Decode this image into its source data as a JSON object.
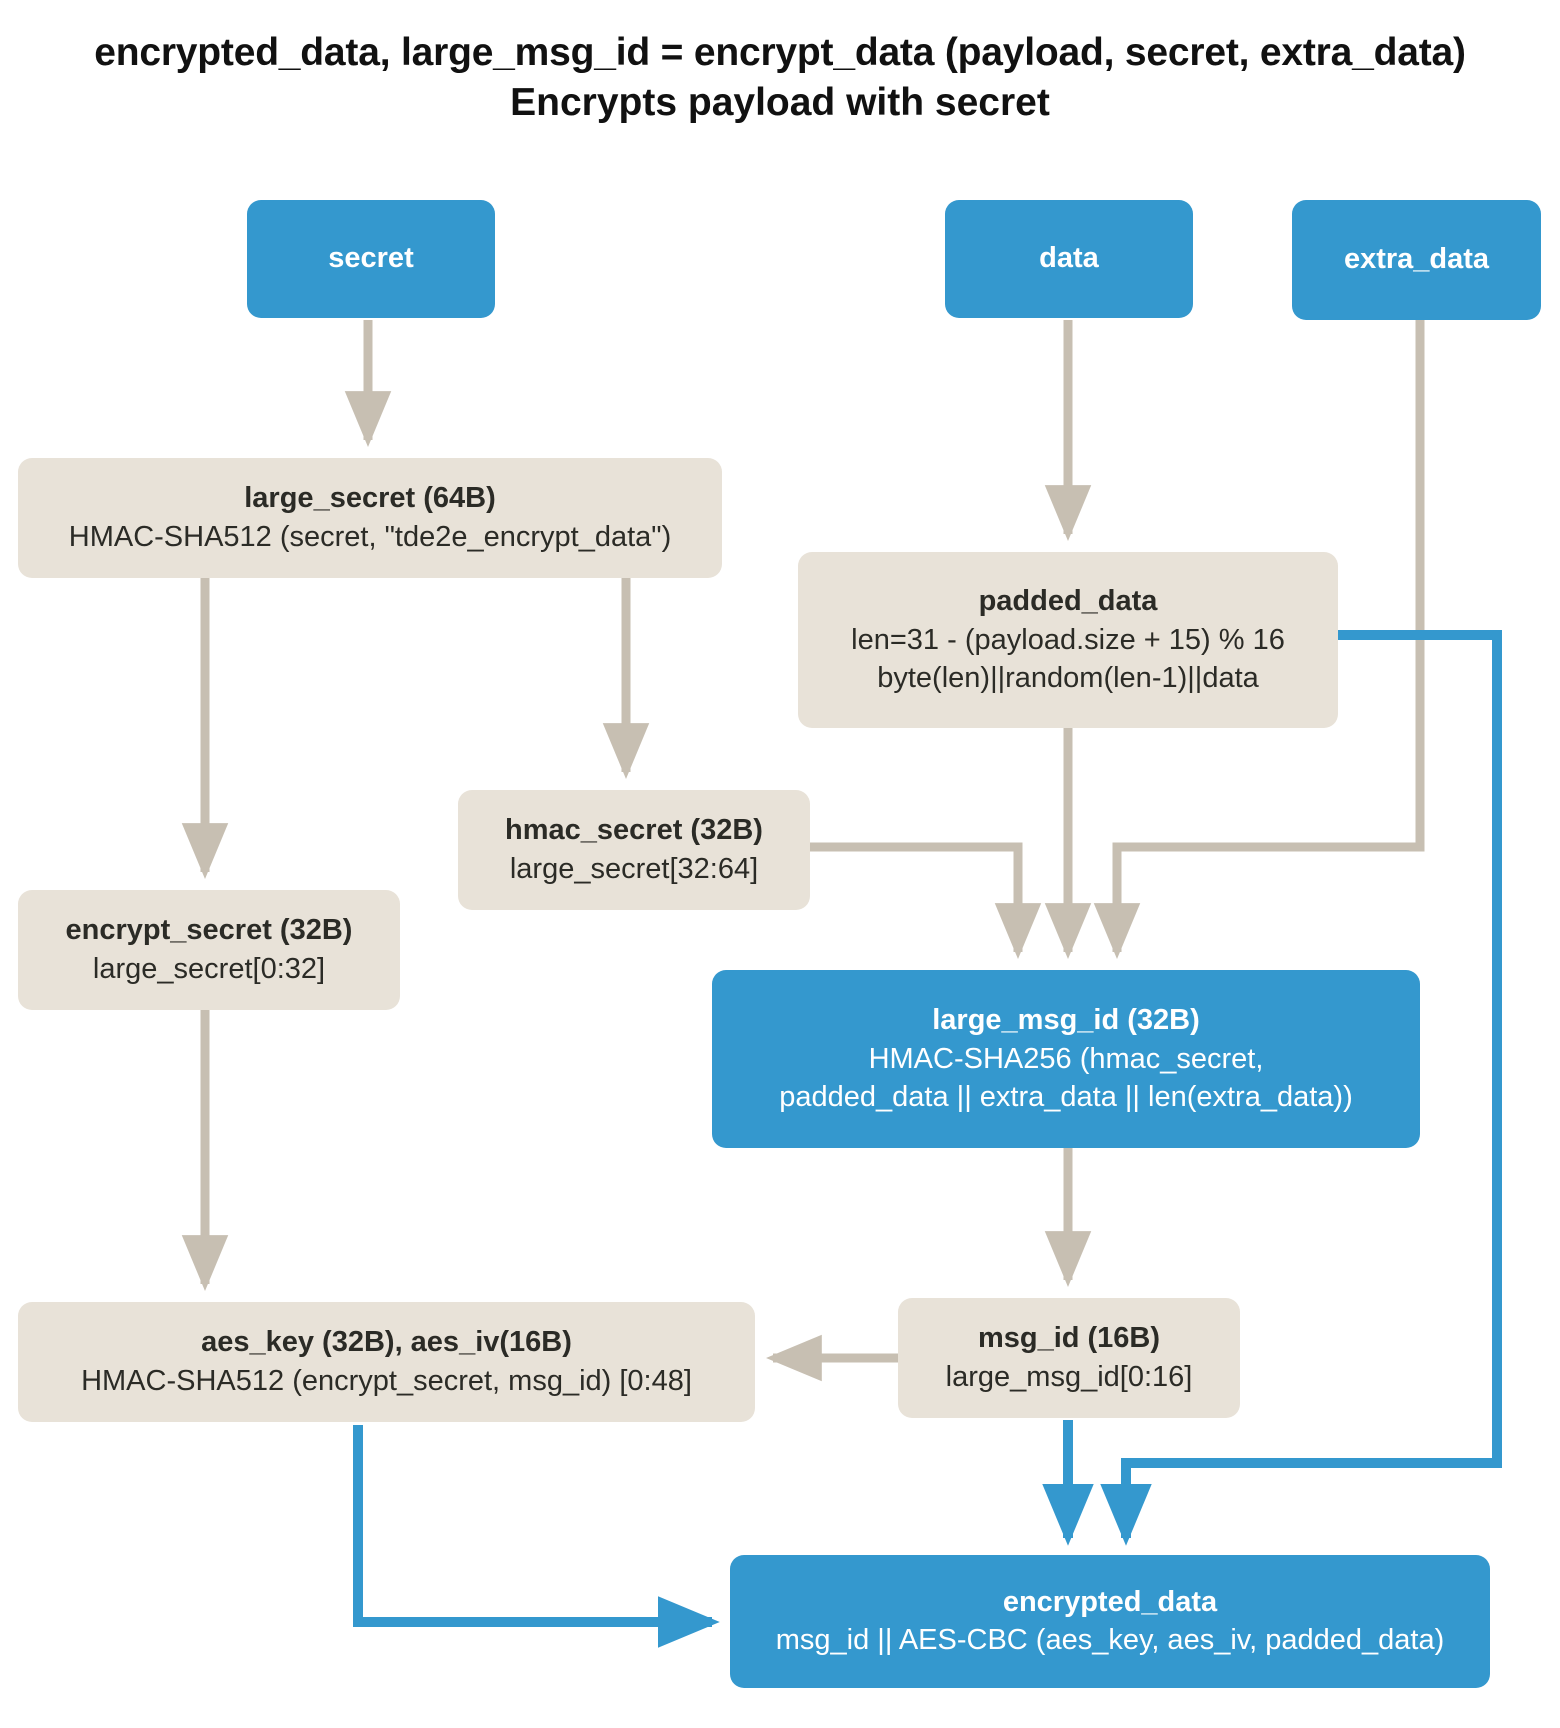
{
  "title": {
    "line1": "encrypted_data, large_msg_id = encrypt_data (payload, secret, extra_data)",
    "line2": "Encrypts payload with secret"
  },
  "colors": {
    "blue": "#3498ce",
    "beige": "#e8e2d8",
    "grey_edge": "#c7bfb2",
    "blue_edge": "#3498ce",
    "background": "#ffffff",
    "text_dark": "#2b2b26",
    "text_light": "#ffffff"
  },
  "nodes": {
    "secret": {
      "title": "secret",
      "sub": "",
      "style": "blue"
    },
    "data": {
      "title": "data",
      "sub": "",
      "style": "blue"
    },
    "extra_data": {
      "title": "extra_data",
      "sub": "",
      "style": "blue"
    },
    "large_secret": {
      "title": "large_secret (64B)",
      "sub": "HMAC-SHA512 (secret, \"tde2e_encrypt_data\")",
      "style": "beige"
    },
    "padded_data": {
      "title": "padded_data",
      "sub": "len=31 - (payload.size + 15) % 16",
      "sub2": "byte(len)||random(len-1)||data",
      "style": "beige"
    },
    "hmac_secret": {
      "title": "hmac_secret (32B)",
      "sub": "large_secret[32:64]",
      "style": "beige"
    },
    "encrypt_secret": {
      "title": "encrypt_secret (32B)",
      "sub": "large_secret[0:32]",
      "style": "beige"
    },
    "large_msg_id": {
      "title": "large_msg_id (32B)",
      "sub": "HMAC-SHA256 (hmac_secret,",
      "sub2": "padded_data || extra_data || len(extra_data))",
      "style": "blue"
    },
    "aes_key": {
      "title": "aes_key (32B), aes_iv(16B)",
      "sub": "HMAC-SHA512 (encrypt_secret, msg_id) [0:48]",
      "style": "beige"
    },
    "msg_id": {
      "title": "msg_id (16B)",
      "sub": "large_msg_id[0:16]",
      "style": "beige"
    },
    "encrypted_data": {
      "title": "encrypted_data",
      "sub": "msg_id || AES-CBC (aes_key, aes_iv, padded_data)",
      "style": "blue"
    }
  },
  "edges": [
    {
      "name": "secret-to-large-secret",
      "from": "secret",
      "to": "large_secret",
      "color": "grey"
    },
    {
      "name": "data-to-padded-data",
      "from": "data",
      "to": "padded_data",
      "color": "grey"
    },
    {
      "name": "large-secret-to-encrypt-secret",
      "from": "large_secret",
      "to": "encrypt_secret",
      "color": "grey"
    },
    {
      "name": "large-secret-to-hmac-secret",
      "from": "large_secret",
      "to": "hmac_secret",
      "color": "grey"
    },
    {
      "name": "hmac-secret-to-large-msg-id",
      "from": "hmac_secret",
      "to": "large_msg_id",
      "color": "grey"
    },
    {
      "name": "padded-data-to-large-msg-id",
      "from": "padded_data",
      "to": "large_msg_id",
      "color": "grey"
    },
    {
      "name": "extra-data-to-large-msg-id",
      "from": "extra_data",
      "to": "large_msg_id",
      "color": "grey"
    },
    {
      "name": "encrypt-secret-to-aes-key",
      "from": "encrypt_secret",
      "to": "aes_key",
      "color": "grey"
    },
    {
      "name": "large-msg-id-to-msg-id",
      "from": "large_msg_id",
      "to": "msg_id",
      "color": "grey"
    },
    {
      "name": "msg-id-to-aes-key",
      "from": "msg_id",
      "to": "aes_key",
      "color": "grey"
    },
    {
      "name": "aes-key-to-encrypted-data",
      "from": "aes_key",
      "to": "encrypted_data",
      "color": "blue"
    },
    {
      "name": "msg-id-to-encrypted-data",
      "from": "msg_id",
      "to": "encrypted_data",
      "color": "blue"
    },
    {
      "name": "padded-data-to-encrypted-data",
      "from": "padded_data",
      "to": "encrypted_data",
      "color": "blue"
    }
  ]
}
